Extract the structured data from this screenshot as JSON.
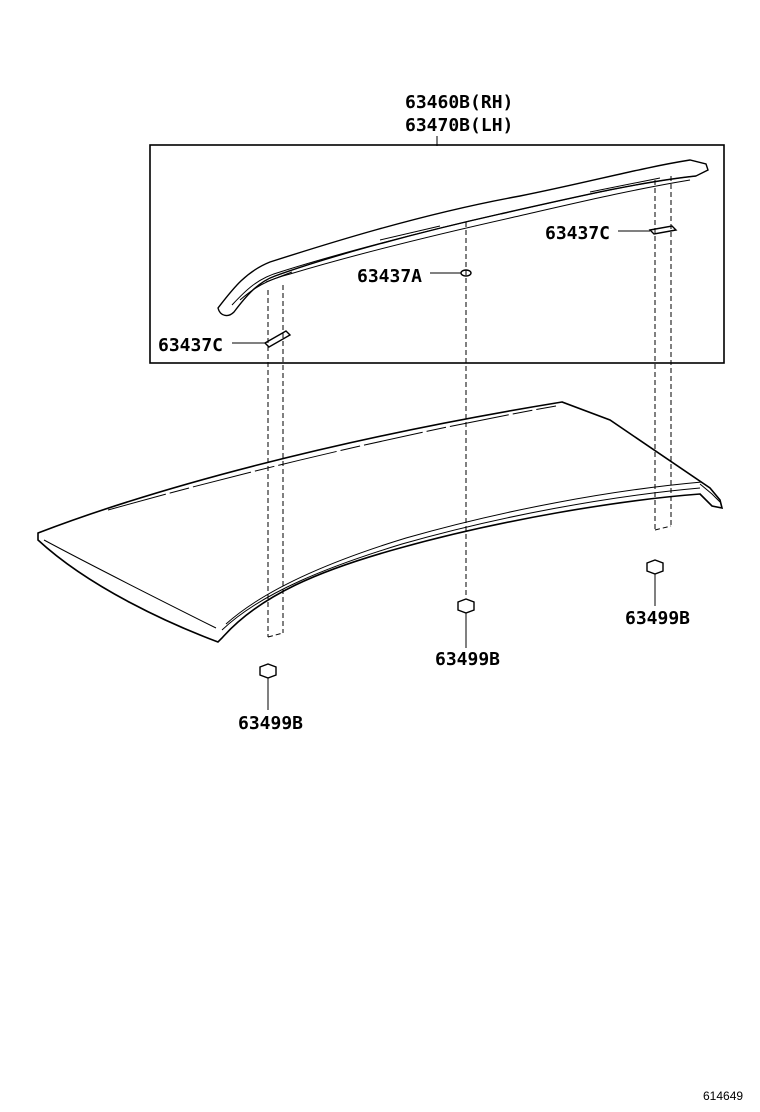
{
  "labels": {
    "rail_rh": "63460B(RH)",
    "rail_lh": "63470B(LH)",
    "clip_c_right": "63437C",
    "clip_a_center": "63437A",
    "clip_c_left": "63437C",
    "nut_right": "63499B",
    "nut_center": "63499B",
    "nut_left": "63499B"
  },
  "footer": {
    "diagram_id": "614649"
  }
}
